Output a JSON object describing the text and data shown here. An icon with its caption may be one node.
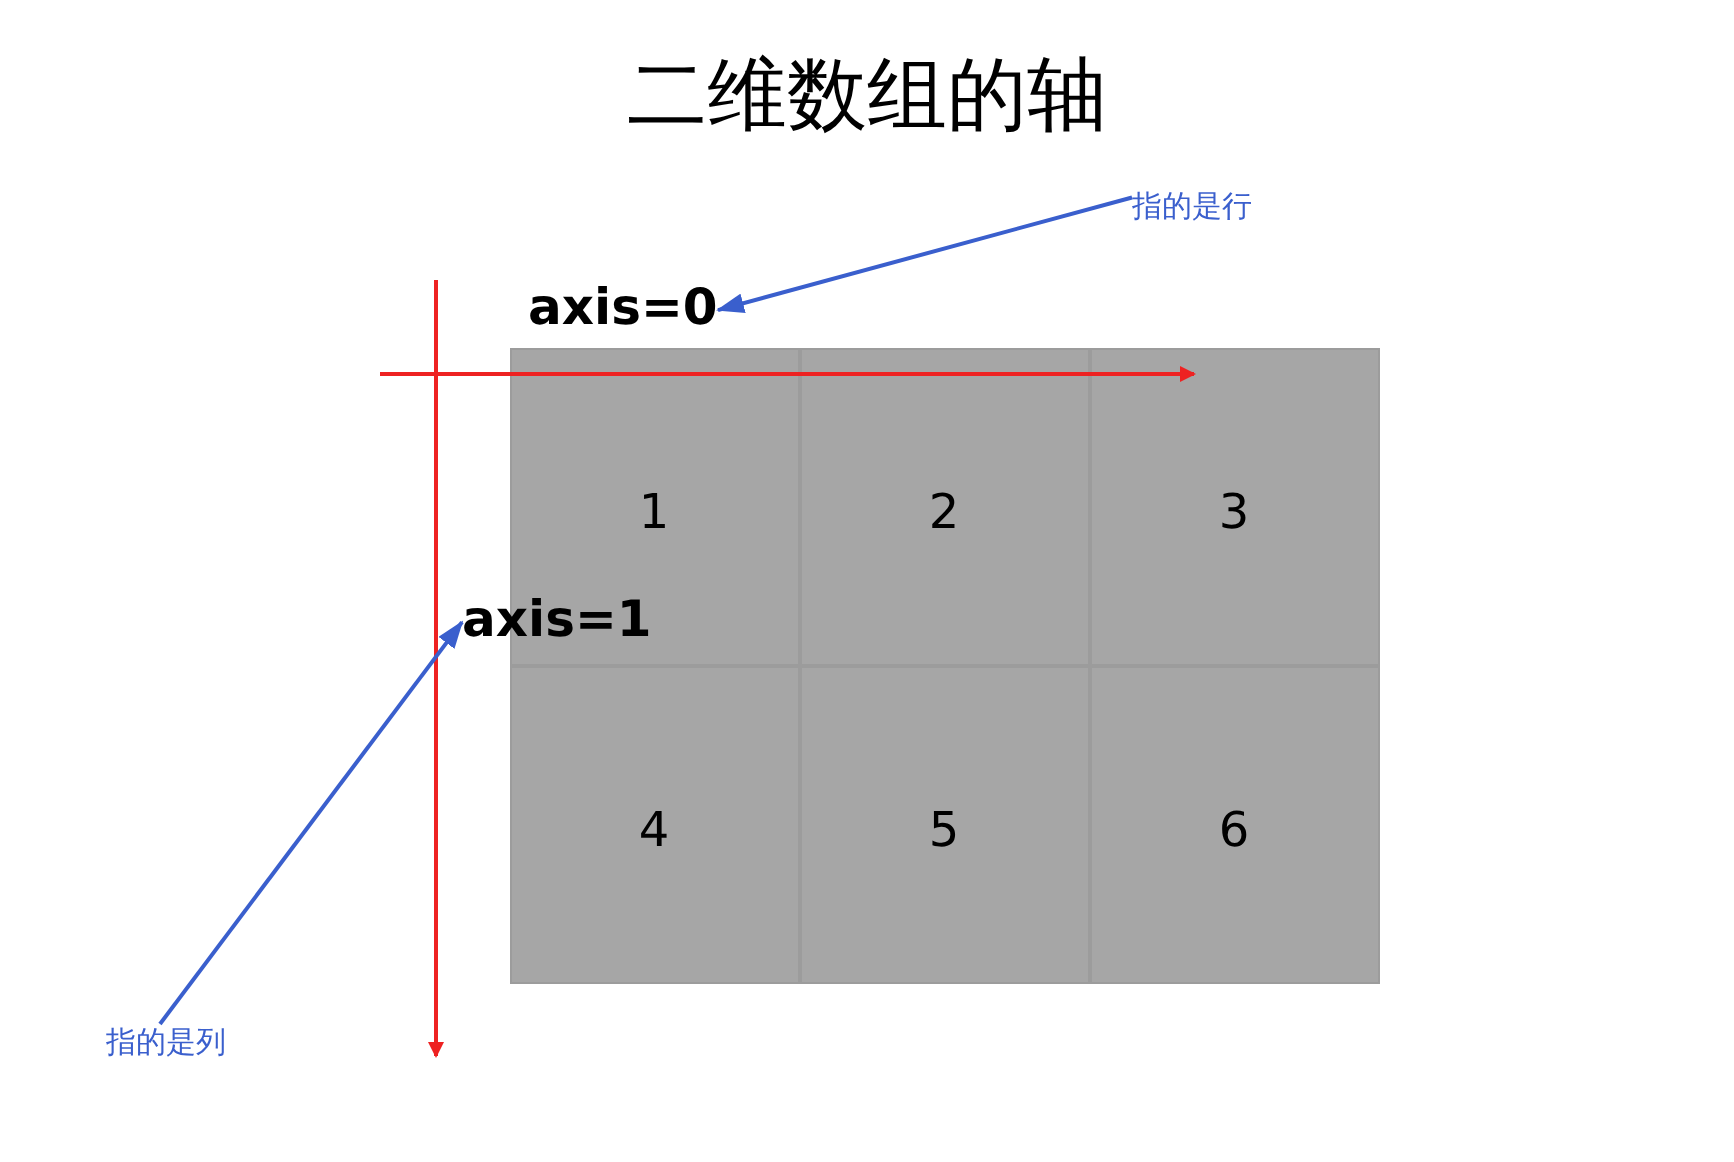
{
  "diagram": {
    "title": "二维数组的轴",
    "nodes": [
      {
        "text": [
          "axis=0"
        ]
      },
      {
        "text": [
          "指的是行"
        ]
      },
      {
        "text": [
          "axis=1"
        ]
      },
      {
        "text": [
          "指的是列"
        ]
      }
    ],
    "edges": [
      {
        "from": 1,
        "to": 0,
        "arrow": "to"
      },
      {
        "from": 3,
        "to": 2,
        "arrow": "to"
      }
    ],
    "labels": [
      "1",
      "2",
      "3",
      "4",
      "5",
      "6"
    ]
  }
}
